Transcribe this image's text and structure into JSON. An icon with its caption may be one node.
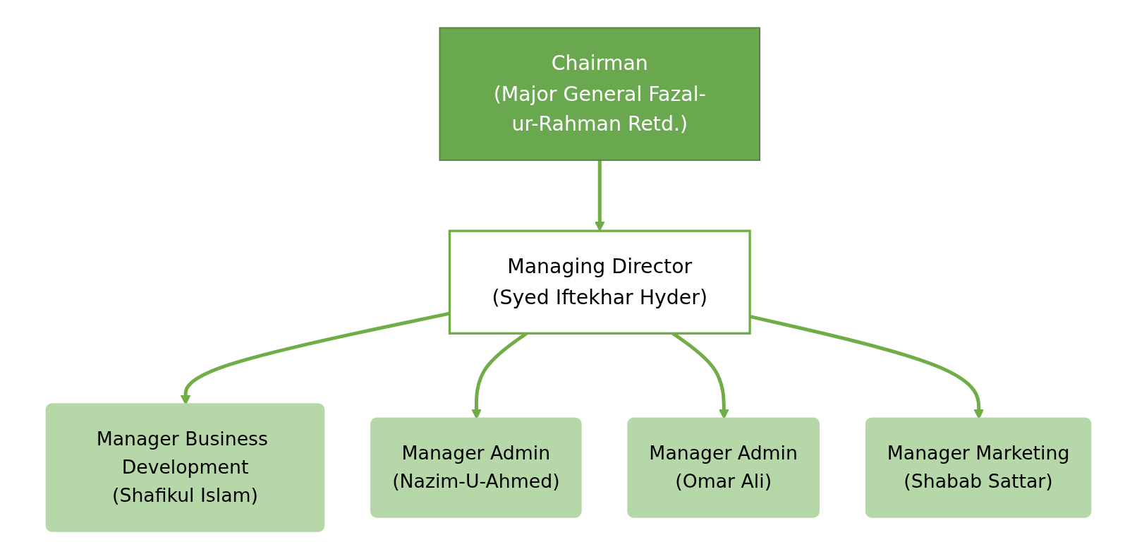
{
  "diagram": {
    "nodes": [
      {
        "text": [
          "Chairman",
          "(Major General Fazal-ur-Rahman Retd.)"
        ]
      },
      {
        "text": [
          "Managing Director",
          "(Syed Iftekhar Hyder)"
        ]
      },
      {
        "text": [
          "Manager Business Development",
          "(Shafikul Islam)"
        ]
      },
      {
        "text": [
          "Manager Admin",
          "(Nazim-U-Ahmed)"
        ]
      },
      {
        "text": [
          "Manager Admin",
          "(Omar Ali)"
        ]
      },
      {
        "text": [
          "Manager Marketing",
          "(Shabab Sattar)"
        ]
      }
    ],
    "edges": [
      {
        "from": 0,
        "to": 1,
        "arrow": "to"
      },
      {
        "from": 1,
        "to": 2,
        "arrow": "to"
      },
      {
        "from": 1,
        "to": 3,
        "arrow": "to"
      },
      {
        "from": 1,
        "to": 4,
        "arrow": "to"
      },
      {
        "from": 1,
        "to": 5,
        "arrow": "to"
      }
    ]
  }
}
